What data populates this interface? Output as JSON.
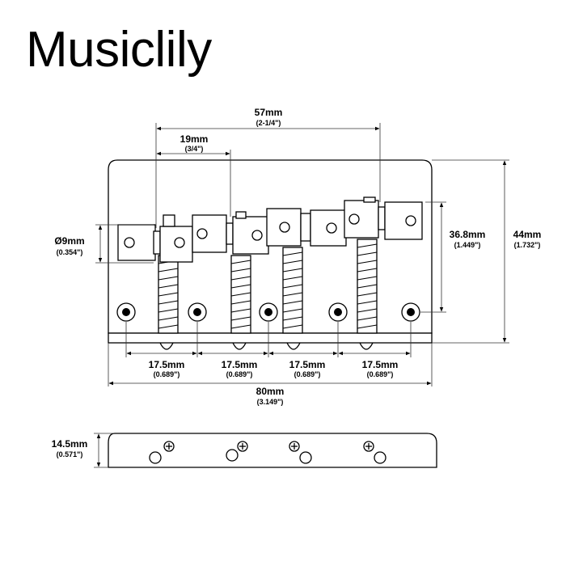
{
  "brand": "Musiclily",
  "dimensions": {
    "overall_length": {
      "value": "80mm",
      "inch": "(3.149\")"
    },
    "saddle_span": {
      "value": "57mm",
      "inch": "(2-1/4\")"
    },
    "saddle_pitch_a": {
      "value": "19mm",
      "inch": "(3/4\")"
    },
    "saddle_diameter": {
      "value": "Ø9mm",
      "inch": "(0.354\")"
    },
    "hole_offset": {
      "value": "36.8mm",
      "inch": "(1.449\")"
    },
    "plate_depth": {
      "value": "44mm",
      "inch": "(1.732\")"
    },
    "spacings": [
      {
        "value": "17.5mm",
        "inch": "(0.689\")"
      },
      {
        "value": "17.5mm",
        "inch": "(0.689\")"
      },
      {
        "value": "17.5mm",
        "inch": "(0.689\")"
      },
      {
        "value": "17.5mm",
        "inch": "(0.689\")"
      }
    ],
    "base_height": {
      "value": "14.5mm",
      "inch": "(0.571\")"
    }
  },
  "colors": {
    "line": "#000000",
    "background": "#ffffff"
  },
  "icons": [
    "saddle-block-icon",
    "spring-icon",
    "mount-hole-icon",
    "screw-head-icon"
  ]
}
